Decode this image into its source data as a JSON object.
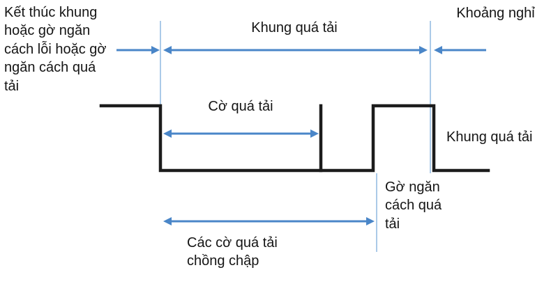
{
  "diagram": {
    "title": "CAN overload frame timing diagram",
    "labels": {
      "frame_end": "Kết thúc khung hoặc gờ ngăn cách lỗi hoặc gờ ngăn cách quá tải",
      "overload_frame_span": "Khung quá tải",
      "intermission": "Khoảng nghỉ",
      "overload_flag": "Cờ quá tải",
      "overload_frame_right": "Khung quá tải",
      "overload_delimiter": "Gờ ngăn cách quá tải",
      "overlapping_overload_flags": "Các cờ quá tải chồng chập"
    },
    "colors": {
      "arrow": "#4a86c8",
      "guide_line": "#8fb9e0",
      "waveform": "#1c1c1c",
      "background": "#ffffff",
      "text": "#151515"
    }
  }
}
